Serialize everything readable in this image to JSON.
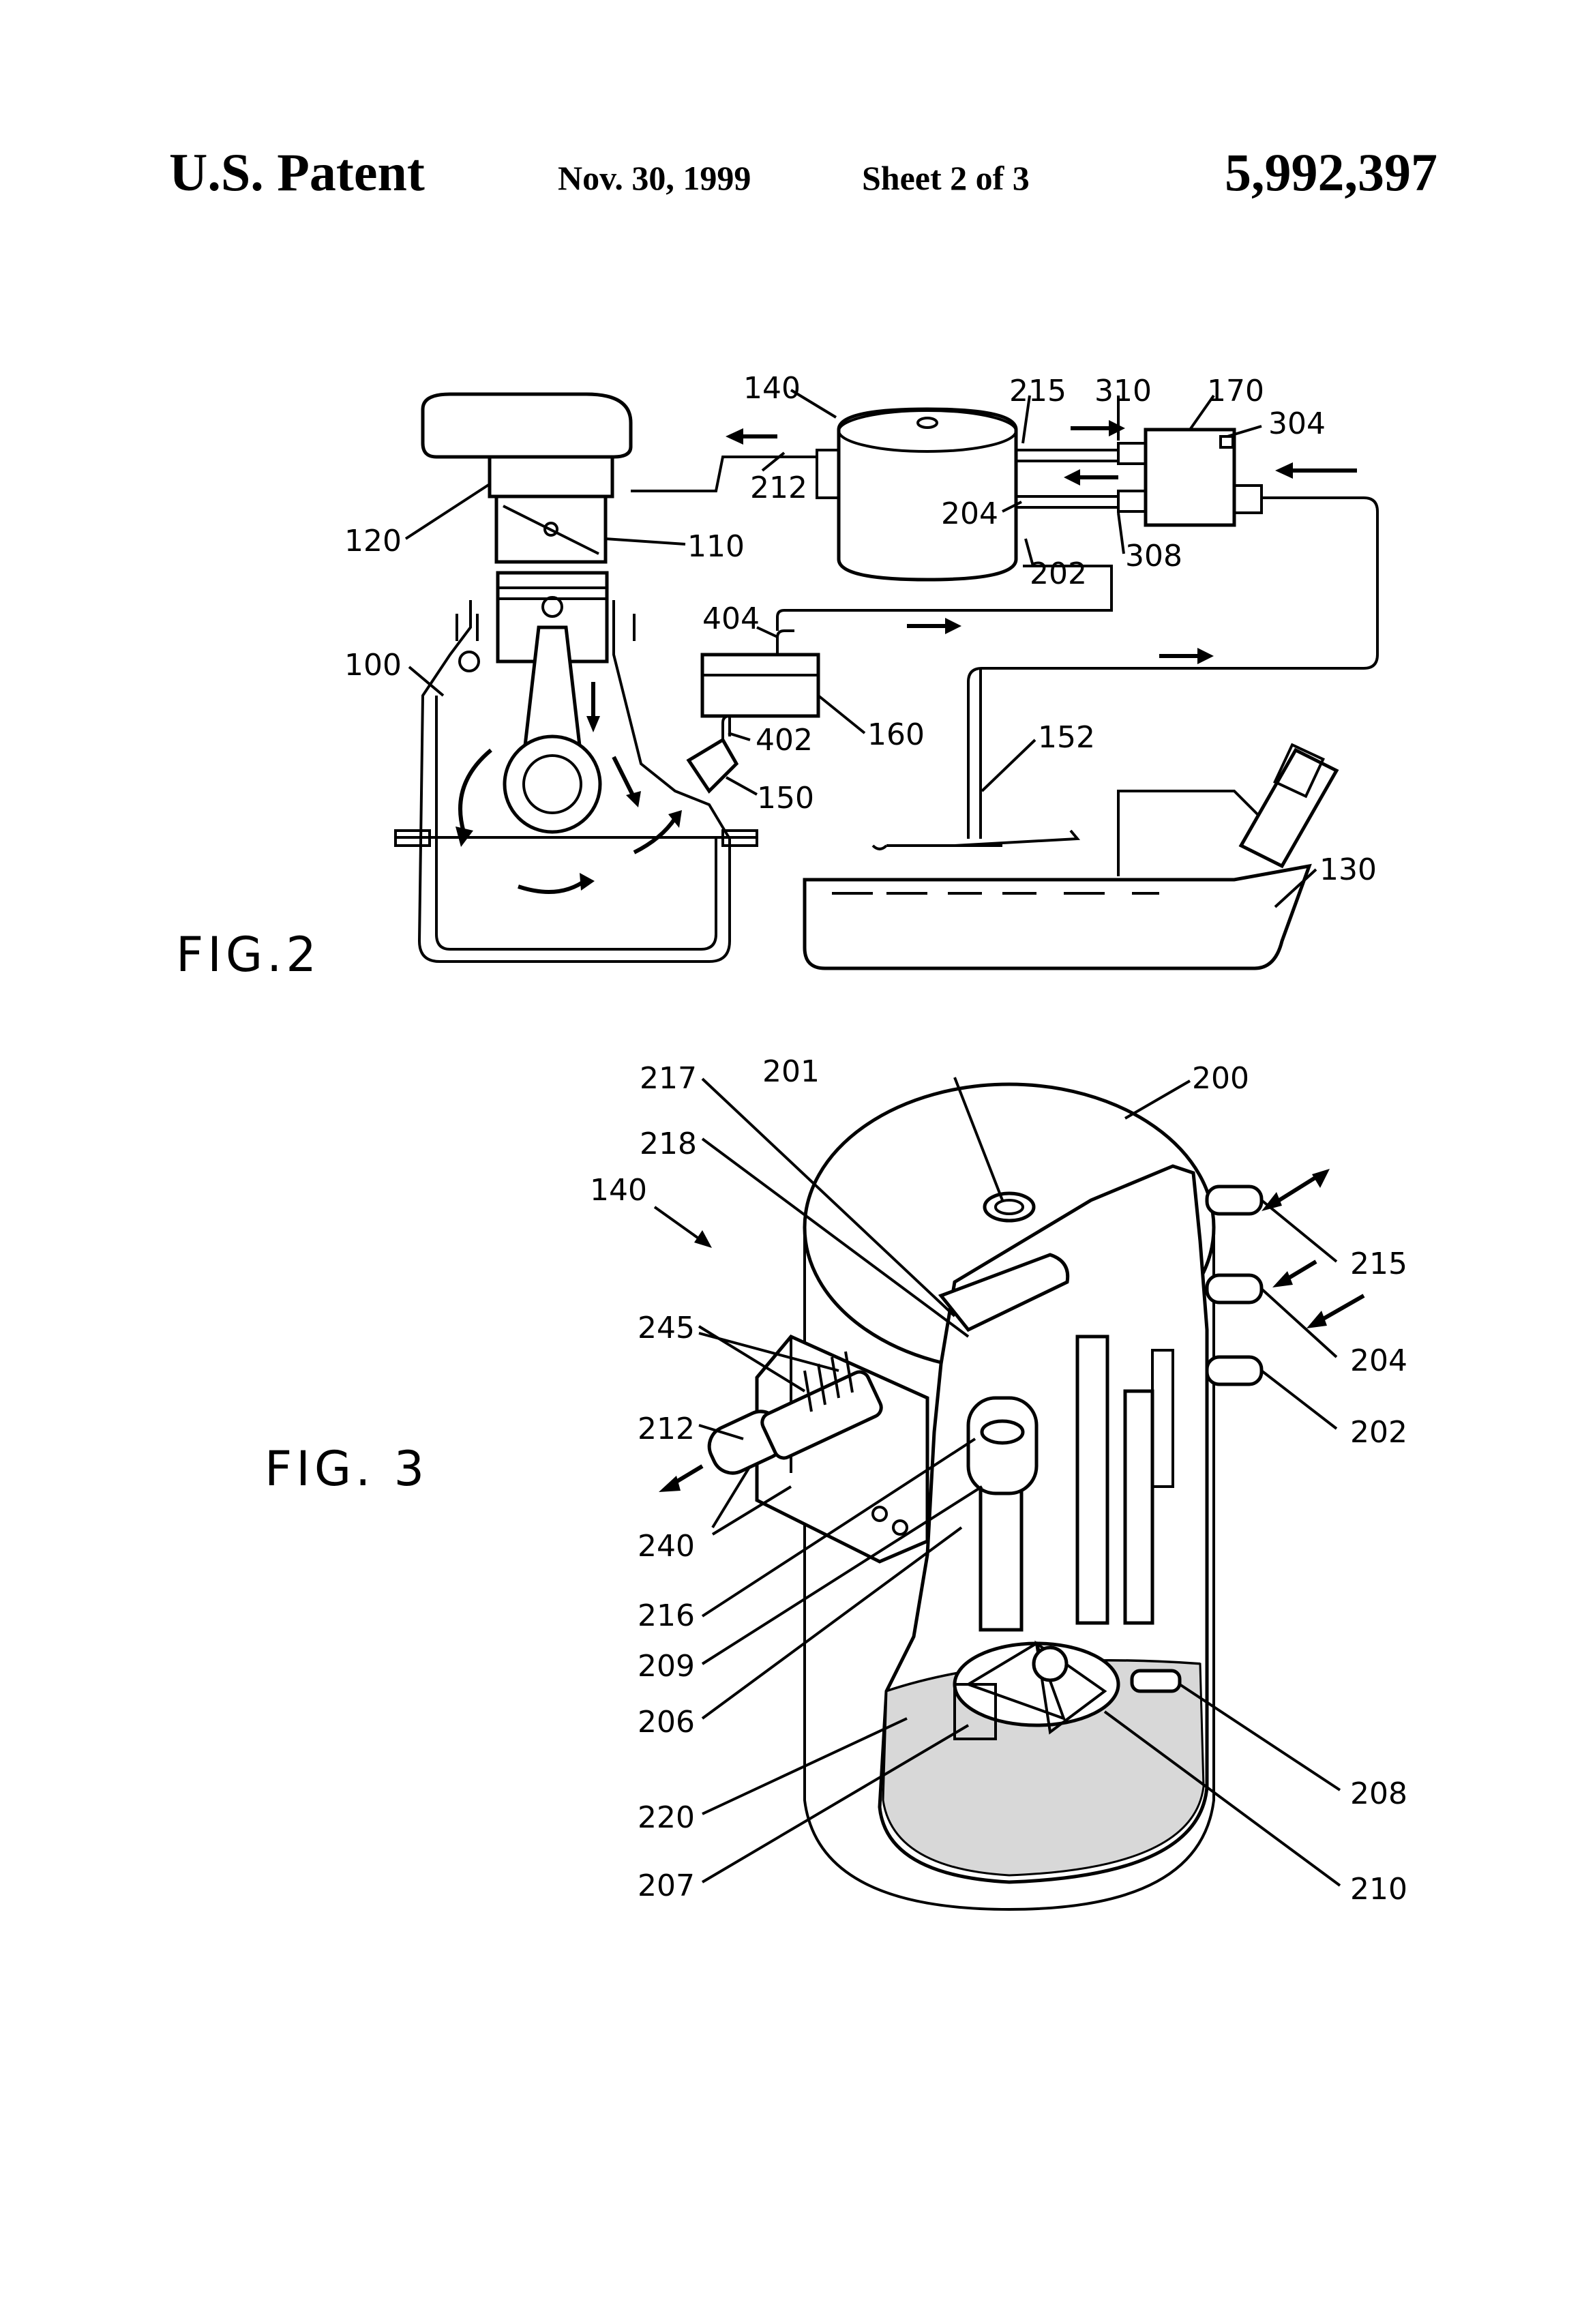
{
  "header": {
    "left": "U.S. Patent",
    "date": "Nov. 30, 1999",
    "sheet": "Sheet 2 of 3",
    "number": "5,992,397"
  },
  "fig2": {
    "caption": "FIG.2",
    "labels": {
      "l140": "140",
      "l215": "215",
      "l310": "310",
      "l170": "170",
      "l304": "304",
      "l212": "212",
      "l204": "204",
      "l202": "202",
      "l308": "308",
      "l120": "120",
      "l110": "110",
      "l404": "404",
      "l100": "100",
      "l402": "402",
      "l160": "160",
      "l152": "152",
      "l150": "150",
      "l130": "130"
    }
  },
  "fig3": {
    "caption": "FIG. 3",
    "labels": {
      "l217": "217",
      "l201": "201",
      "l200": "200",
      "l218": "218",
      "l140": "140",
      "l215": "215",
      "l245": "245",
      "l204": "204",
      "l212": "212",
      "l202": "202",
      "l240": "240",
      "l216": "216",
      "l209": "209",
      "l206": "206",
      "l208": "208",
      "l220": "220",
      "l207": "207",
      "l210": "210"
    }
  }
}
